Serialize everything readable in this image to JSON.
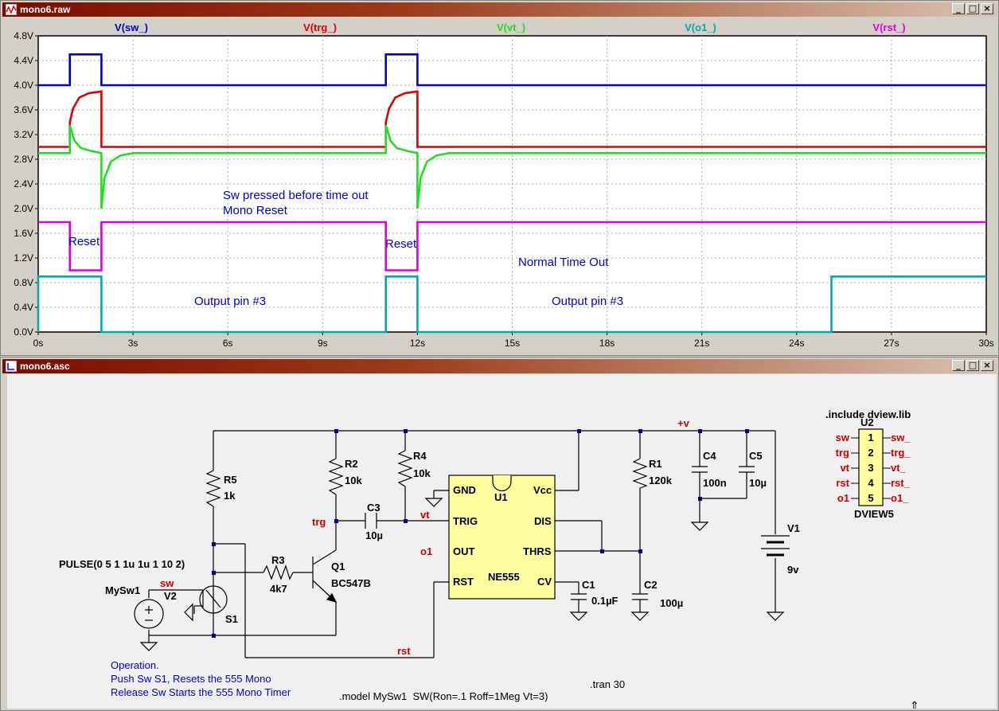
{
  "plot_window": {
    "title": "mono6.raw",
    "traces": [
      {
        "label": "V(sw_)",
        "color": "#0000cc"
      },
      {
        "label": "V(trg_)",
        "color": "#dd0000"
      },
      {
        "label": "V(vt_)",
        "color": "#22dd22"
      },
      {
        "label": "V(o1_)",
        "color": "#00aaaa"
      },
      {
        "label": "V(rst_)",
        "color": "#dd00dd"
      }
    ],
    "y_ticks": [
      "4.8V",
      "4.4V",
      "4.0V",
      "3.6V",
      "3.2V",
      "2.8V",
      "2.4V",
      "2.0V",
      "1.6V",
      "1.2V",
      "0.8V",
      "0.4V",
      "0.0V"
    ],
    "x_ticks": [
      "0s",
      "3s",
      "6s",
      "9s",
      "12s",
      "15s",
      "18s",
      "21s",
      "24s",
      "27s",
      "30s"
    ],
    "annotations": {
      "sw_pressed": "Sw pressed before time out",
      "mono_reset": "Mono Reset",
      "reset1": "Reset",
      "reset2": "Reset",
      "normal_timeout": "Normal Time Out",
      "output1": "Output pin #3",
      "output2": "Output pin #3"
    }
  },
  "chart_data": {
    "type": "line",
    "xlabel": "",
    "ylabel": "",
    "xlim": [
      0,
      30
    ],
    "ylim": [
      0,
      4.8
    ],
    "series": [
      {
        "name": "V(sw_)",
        "x": [
          0,
          1,
          1,
          2,
          2,
          11,
          11,
          12,
          12,
          30
        ],
        "y": [
          4.0,
          4.0,
          4.5,
          4.5,
          4.0,
          4.0,
          4.5,
          4.5,
          4.0,
          4.0
        ]
      },
      {
        "name": "V(trg_)",
        "x": [
          0,
          1,
          1,
          1.1,
          1.3,
          1.6,
          2,
          2,
          11,
          11,
          11.1,
          11.3,
          11.6,
          12,
          12,
          30
        ],
        "y": [
          3.0,
          3.0,
          3.4,
          3.62,
          3.8,
          3.87,
          3.9,
          3.0,
          3.0,
          3.4,
          3.62,
          3.8,
          3.87,
          3.9,
          3.0,
          3.0
        ]
      },
      {
        "name": "V(vt_)",
        "x": [
          0,
          1,
          1,
          1.15,
          1.35,
          1.7,
          2,
          2,
          2.1,
          2.3,
          2.6,
          3,
          11,
          11,
          11.15,
          11.35,
          11.7,
          12,
          12,
          12.1,
          12.3,
          12.6,
          13,
          30
        ],
        "y": [
          2.9,
          2.9,
          3.35,
          3.1,
          2.98,
          2.93,
          2.9,
          2.0,
          2.5,
          2.76,
          2.86,
          2.9,
          2.9,
          3.35,
          3.1,
          2.98,
          2.93,
          2.9,
          2.0,
          2.5,
          2.76,
          2.86,
          2.9,
          2.9
        ]
      },
      {
        "name": "V(o1_)",
        "x": [
          0,
          0,
          2,
          2,
          11,
          11,
          12,
          12,
          25.1,
          25.1,
          30
        ],
        "y": [
          0,
          0.9,
          0.9,
          0,
          0,
          0.9,
          0.9,
          0,
          0,
          0.9,
          0.9
        ]
      },
      {
        "name": "V(rst_)",
        "x": [
          0,
          1,
          1,
          2,
          2,
          11,
          11,
          12,
          12,
          30
        ],
        "y": [
          1.78,
          1.78,
          1.0,
          1.0,
          1.78,
          1.78,
          1.0,
          1.0,
          1.78,
          1.78
        ]
      }
    ]
  },
  "schematic_window": {
    "title": "mono6.asc",
    "include": ".include dview.lib",
    "dview_name": "U2",
    "dview_model": "DVIEW5",
    "dview_in": [
      "sw",
      "trg",
      "vt",
      "rst",
      "o1"
    ],
    "dview_pins": [
      "1",
      "2",
      "3",
      "4",
      "5"
    ],
    "dview_out": [
      "sw_",
      "trg_",
      "vt_",
      "rst_",
      "o1_"
    ],
    "components": {
      "r5": "R5",
      "r5v": "1k",
      "r2": "R2",
      "r2v": "10k",
      "r4": "R4",
      "r4v": "10k",
      "r3": "R3",
      "r3v": "4k7",
      "r1": "R1",
      "r1v": "120k",
      "c3": "C3",
      "c3v": "10µ",
      "c4": "C4",
      "c4v": "100n",
      "c5": "C5",
      "c5v": "10µ",
      "c1": "C1",
      "c1v": "0.1µF",
      "c2": "C2",
      "c2v": "100µ",
      "q1": "Q1",
      "q1v": "BC547B",
      "u1": "U1",
      "u1v": "NE555",
      "v1": "V1",
      "v1v": "9v",
      "v2": "V2",
      "s1": "S1",
      "sw_model": "MySw1",
      "pulse": "PULSE(0 5 1 1u 1u 1 10 2)"
    },
    "ic_pins": {
      "gnd": "GND",
      "trig": "TRIG",
      "out": "OUT",
      "rst": "RST",
      "vcc": "Vcc",
      "dis": "DIS",
      "thrs": "THRS",
      "cv": "CV"
    },
    "nets": {
      "plus_v": "+v",
      "trg": "trg",
      "vt": "vt",
      "o1": "o1",
      "sw": "sw",
      "rst": "rst"
    },
    "notes": [
      "Operation.",
      "Push Sw S1, Resets the 555 Mono",
      "Release Sw Starts the 555 Mono Timer"
    ],
    "model": ".model MySw1  SW(Ron=.1 Roff=1Meg Vt=3)",
    "tran": ".tran 30"
  }
}
